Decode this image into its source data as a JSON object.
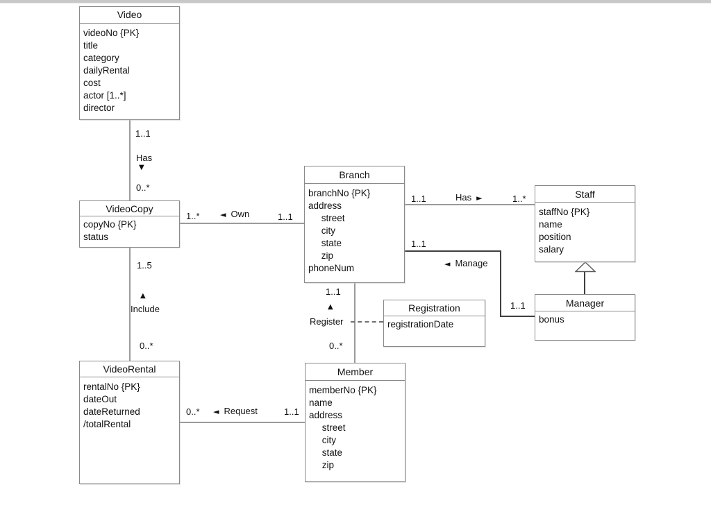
{
  "classes": {
    "video": {
      "name": "Video",
      "attributes": [
        "videoNo {PK}",
        "title",
        "category",
        "dailyRental",
        "cost",
        "actor [1..*]",
        "director"
      ]
    },
    "videocopy": {
      "name": "VideoCopy",
      "attributes": [
        "copyNo {PK}",
        "status"
      ]
    },
    "videorental": {
      "name": "VideoRental",
      "attributes": [
        "rentalNo {PK}",
        "dateOut",
        "dateReturned",
        "/totalRental"
      ]
    },
    "branch": {
      "name": "Branch",
      "attributes": [
        "branchNo {PK}",
        "address",
        "     street",
        "     city",
        "     state",
        "     zip",
        "phoneNum"
      ]
    },
    "registration": {
      "name": "Registration",
      "attributes": [
        "registrationDate"
      ]
    },
    "member": {
      "name": "Member",
      "attributes": [
        "memberNo {PK}",
        "name",
        "address",
        "     street",
        "     city",
        "     state",
        "     zip"
      ]
    },
    "staff": {
      "name": "Staff",
      "attributes": [
        "staffNo {PK}",
        "name",
        "position",
        "salary"
      ]
    },
    "manager": {
      "name": "Manager",
      "attributes": [
        "bonus"
      ]
    }
  },
  "relationships": {
    "video_has_videocopy": {
      "label": "Has",
      "arrow": "▼",
      "mult_video": "1..1",
      "mult_videocopy": "0..*"
    },
    "branch_own_videocopy": {
      "label": "Own",
      "arrow": "◄",
      "mult_videocopy": "1..*",
      "mult_branch": "1..1"
    },
    "videorental_include_copy": {
      "label": "Include",
      "arrow": "▲",
      "mult_videocopy": "1..5",
      "mult_videorental": "0..*"
    },
    "member_request_rental": {
      "label": "Request",
      "arrow": "◄",
      "mult_videorental": "0..*",
      "mult_member": "1..1"
    },
    "branch_has_staff": {
      "label": "Has",
      "arrow": "►",
      "mult_branch": "1..1",
      "mult_staff": "1..*"
    },
    "manager_manage_branch": {
      "label": "Manage",
      "arrow": "◄",
      "mult_branch": "1..1",
      "mult_manager": "1..1"
    },
    "branch_register_member": {
      "label": "Register",
      "arrow": "▲",
      "mult_branch": "1..1",
      "mult_member": "0..*"
    }
  },
  "colors": {
    "box_border": "#8a8a8a",
    "line": "#9a9a9a",
    "line_strong": "#3f3f3f",
    "topbar": "#c8c8c8"
  }
}
